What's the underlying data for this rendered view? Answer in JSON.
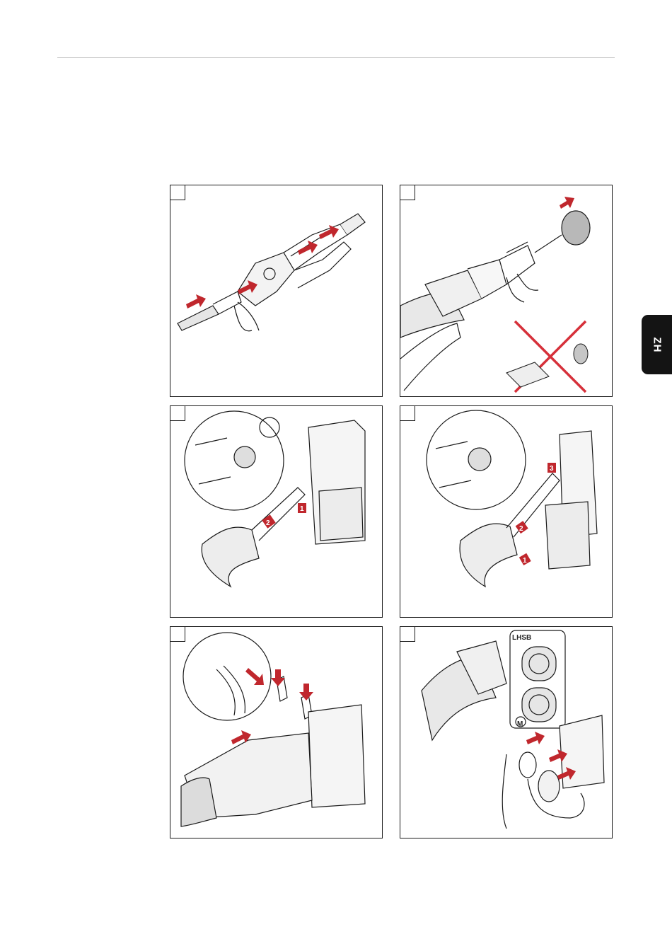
{
  "language_tab": {
    "code": "ZH"
  },
  "figures": [
    {
      "id": "step-1"
    },
    {
      "id": "step-2"
    },
    {
      "id": "step-3",
      "callouts": [
        "1",
        "2"
      ]
    },
    {
      "id": "step-4",
      "callouts": [
        "1",
        "2",
        "3"
      ]
    },
    {
      "id": "step-5"
    },
    {
      "id": "step-6",
      "connector_label": "LHSB",
      "connector_mark": "M"
    }
  ],
  "colors": {
    "arrow": "#c0272d",
    "cross": "#d6303a",
    "tab": "#141414",
    "line": "#1a1a1a"
  }
}
